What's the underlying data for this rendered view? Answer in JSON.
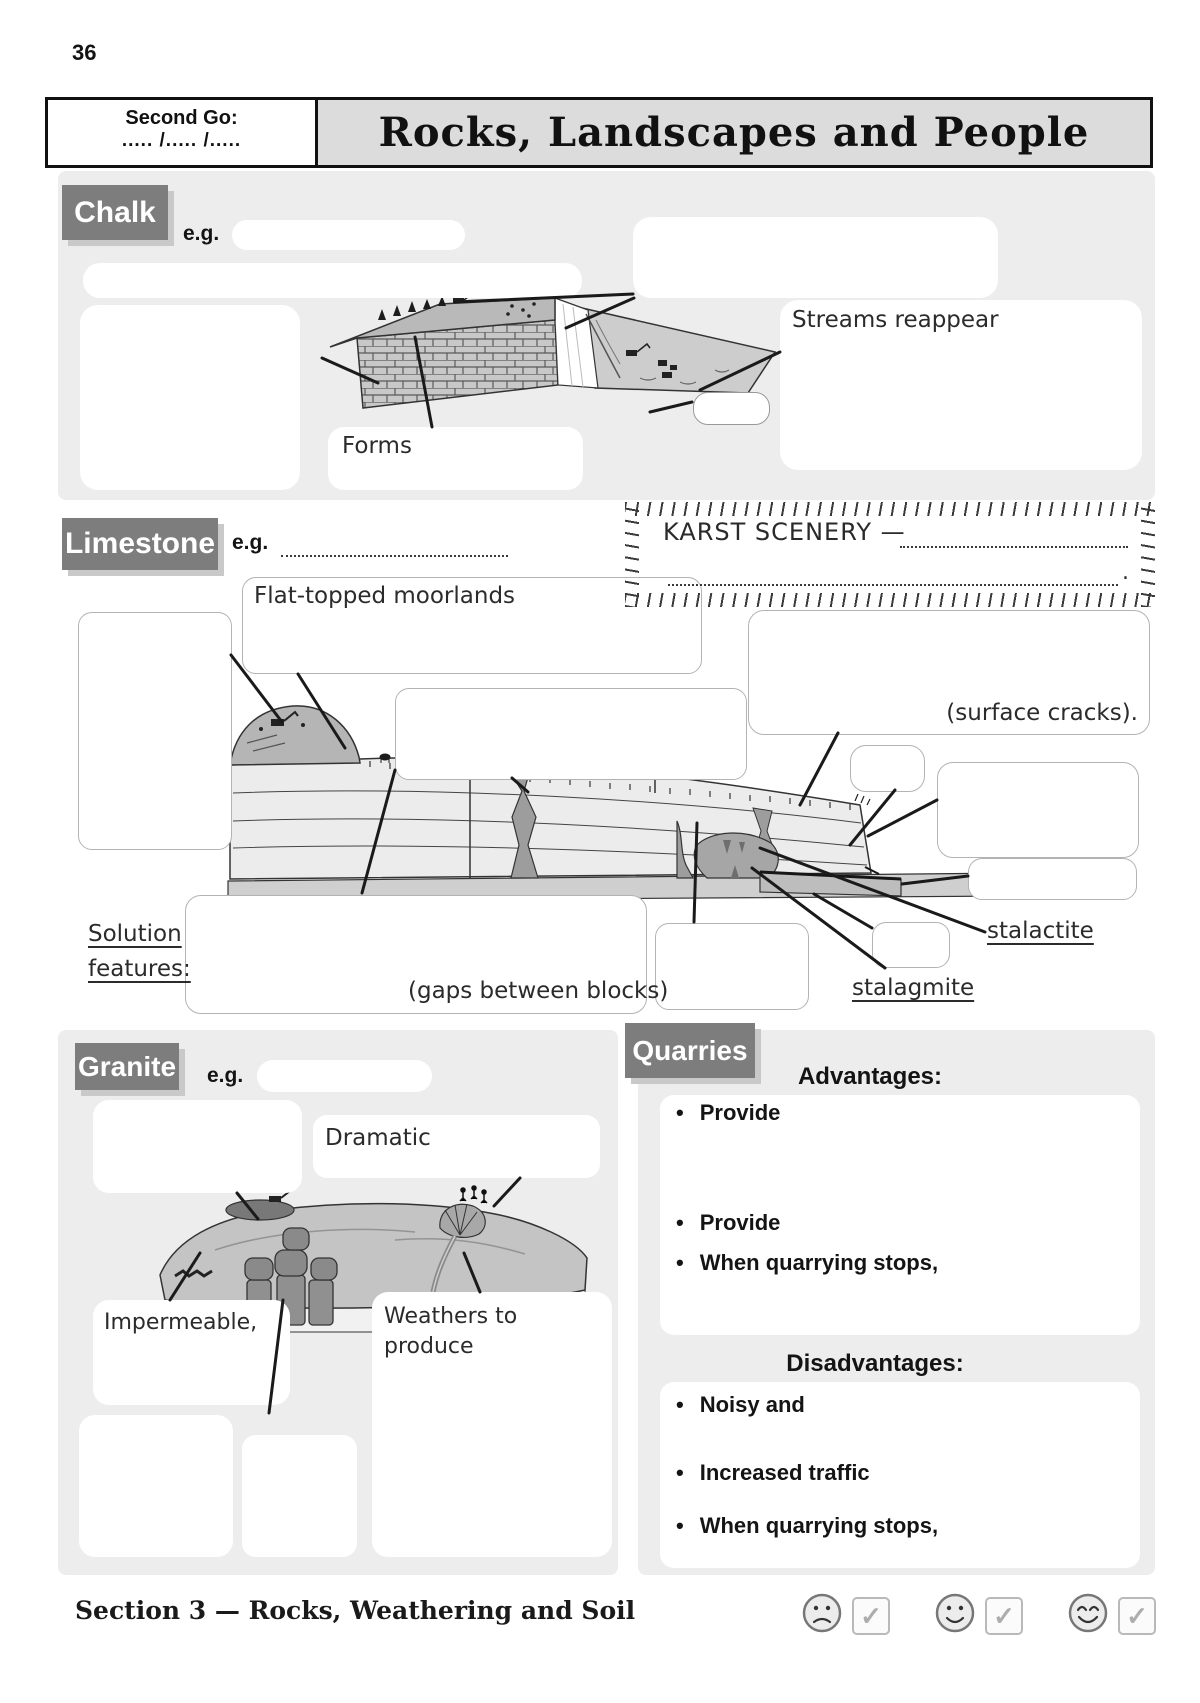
{
  "page_number": "36",
  "header": {
    "second_go_label": "Second Go:",
    "second_go_blanks": "..... /..... /.....",
    "title": "Rocks, Landscapes and People"
  },
  "chalk": {
    "tab": "Chalk",
    "eg_label": "e.g.",
    "forms_label": "Forms",
    "streams_label": "Streams reappear"
  },
  "limestone": {
    "tab": "Limestone",
    "eg_label": "e.g.",
    "karst_heading": "KARST SCENERY —",
    "karst_period": ".",
    "flat_topped_label": "Flat-topped moorlands",
    "surface_cracks_label": "(surface cracks).",
    "solution_word": "Solution",
    "features_word": "features:",
    "gaps_label": "(gaps between blocks)",
    "stalactite_label": "stalactite",
    "stalagmite_label": "stalagmite"
  },
  "granite": {
    "tab": "Granite",
    "eg_label": "e.g.",
    "dramatic_label": "Dramatic",
    "impermeable_label": "Impermeable,",
    "weathers_label": "Weathers to produce"
  },
  "quarries": {
    "tab": "Quarries",
    "advantages_title": "Advantages:",
    "advantages": [
      "Provide",
      "Provide",
      "When quarrying stops,"
    ],
    "disadvantages_title": "Disadvantages:",
    "disadvantages": [
      "Noisy and",
      "Increased traffic",
      "When quarrying stops,"
    ]
  },
  "footer": {
    "section_title": "Section 3 — Rocks, Weathering and Soil",
    "check_glyph": "✓",
    "smileys": [
      "sad-face",
      "neutral-face",
      "happy-face"
    ]
  },
  "colors": {
    "tab_gray": "#7d7d7d",
    "panel_gray": "#ededed",
    "header_cell_gray": "#dcdcdc",
    "line_black": "#1a1a1a"
  }
}
